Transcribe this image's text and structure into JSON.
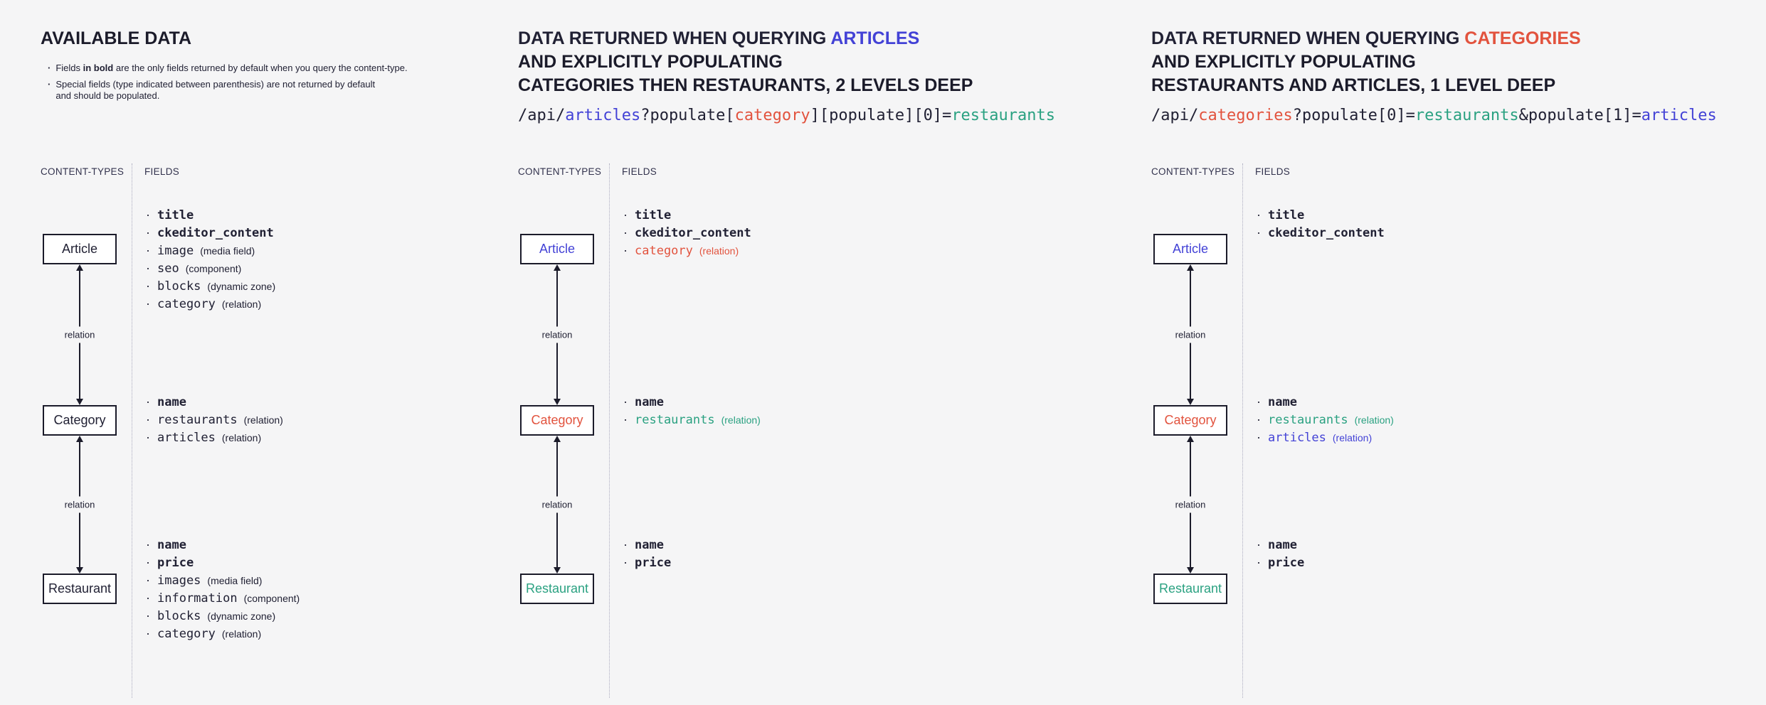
{
  "colors": {
    "dark": "#212134",
    "blue": "#4342d6",
    "red": "#e2533e",
    "teal": "#2aa181",
    "bg": "#f5f5f6",
    "box_bg": "#ffffff",
    "divider": "#ababbf"
  },
  "common": {
    "content_types_header": "CONTENT-TYPES",
    "fields_header": "FIELDS",
    "relation_label": "relation"
  },
  "p1": {
    "title": "AVAILABLE DATA",
    "note1": {
      "pre": "Fields ",
      "bold": "in bold",
      "post": " are the only fields returned by default when you query the content-type."
    },
    "note2": "Special fields (type indicated between parenthesis) are not returned by default\nand should be populated.",
    "boxes": {
      "article": "Article",
      "category": "Category",
      "restaurant": "Restaurant"
    },
    "article_fields": [
      {
        "name": "title",
        "bold": true
      },
      {
        "name": "ckeditor_content",
        "bold": true
      },
      {
        "name": "image",
        "type": "(media field)"
      },
      {
        "name": "seo",
        "type": "(component)"
      },
      {
        "name": "blocks",
        "type": "(dynamic zone)"
      },
      {
        "name": "category",
        "type": "(relation)"
      }
    ],
    "category_fields": [
      {
        "name": "name",
        "bold": true
      },
      {
        "name": "restaurants",
        "type": "(relation)"
      },
      {
        "name": "articles",
        "type": "(relation)"
      }
    ],
    "restaurant_fields": [
      {
        "name": "name",
        "bold": true
      },
      {
        "name": "price",
        "bold": true
      },
      {
        "name": "images",
        "type": "(media field)"
      },
      {
        "name": "information",
        "type": "(component)"
      },
      {
        "name": "blocks",
        "type": "(dynamic zone)"
      },
      {
        "name": "category",
        "type": "(relation)"
      }
    ]
  },
  "p2": {
    "title_line1": [
      {
        "text": "DATA RETURNED WHEN QUERYING ",
        "color": "dark"
      },
      {
        "text": "ARTICLES",
        "color": "blue"
      }
    ],
    "title_line2": "AND EXPLICITLY POPULATING",
    "title_line3": "CATEGORIES THEN RESTAURANTS, 2 LEVELS DEEP",
    "code": [
      {
        "text": "/api/",
        "color": "dark"
      },
      {
        "text": "articles",
        "color": "blue"
      },
      {
        "text": "?populate[",
        "color": "dark"
      },
      {
        "text": "category",
        "color": "red"
      },
      {
        "text": "][populate][0]=",
        "color": "dark"
      },
      {
        "text": "restaurants",
        "color": "teal"
      }
    ],
    "boxes": {
      "article": "Article",
      "category": "Category",
      "restaurant": "Restaurant"
    },
    "article_fields": [
      {
        "name": "title",
        "bold": true
      },
      {
        "name": "ckeditor_content",
        "bold": true
      },
      {
        "name": "category",
        "type": "(relation)",
        "color": "red"
      }
    ],
    "category_fields": [
      {
        "name": "name",
        "bold": true
      },
      {
        "name": "restaurants",
        "type": "(relation)",
        "color": "teal"
      }
    ],
    "restaurant_fields": [
      {
        "name": "name",
        "bold": true
      },
      {
        "name": "price",
        "bold": true
      }
    ]
  },
  "p3": {
    "title_line1": [
      {
        "text": "DATA RETURNED WHEN QUERYING ",
        "color": "dark"
      },
      {
        "text": "CATEGORIES",
        "color": "red"
      }
    ],
    "title_line2": "AND EXPLICITLY POPULATING",
    "title_line3": "RESTAURANTS AND ARTICLES, 1 LEVEL DEEP",
    "code": [
      {
        "text": "/api/",
        "color": "dark"
      },
      {
        "text": "categories",
        "color": "red"
      },
      {
        "text": "?populate[0]=",
        "color": "dark"
      },
      {
        "text": "restaurants",
        "color": "teal"
      },
      {
        "text": "&populate[1]=",
        "color": "dark"
      },
      {
        "text": "articles",
        "color": "blue"
      }
    ],
    "boxes": {
      "article": "Article",
      "category": "Category",
      "restaurant": "Restaurant"
    },
    "article_fields": [
      {
        "name": "title",
        "bold": true
      },
      {
        "name": "ckeditor_content",
        "bold": true
      }
    ],
    "category_fields": [
      {
        "name": "name",
        "bold": true
      },
      {
        "name": "restaurants",
        "type": "(relation)",
        "color": "teal"
      },
      {
        "name": "articles",
        "type": "(relation)",
        "color": "blue"
      }
    ],
    "restaurant_fields": [
      {
        "name": "name",
        "bold": true
      },
      {
        "name": "price",
        "bold": true
      }
    ]
  }
}
